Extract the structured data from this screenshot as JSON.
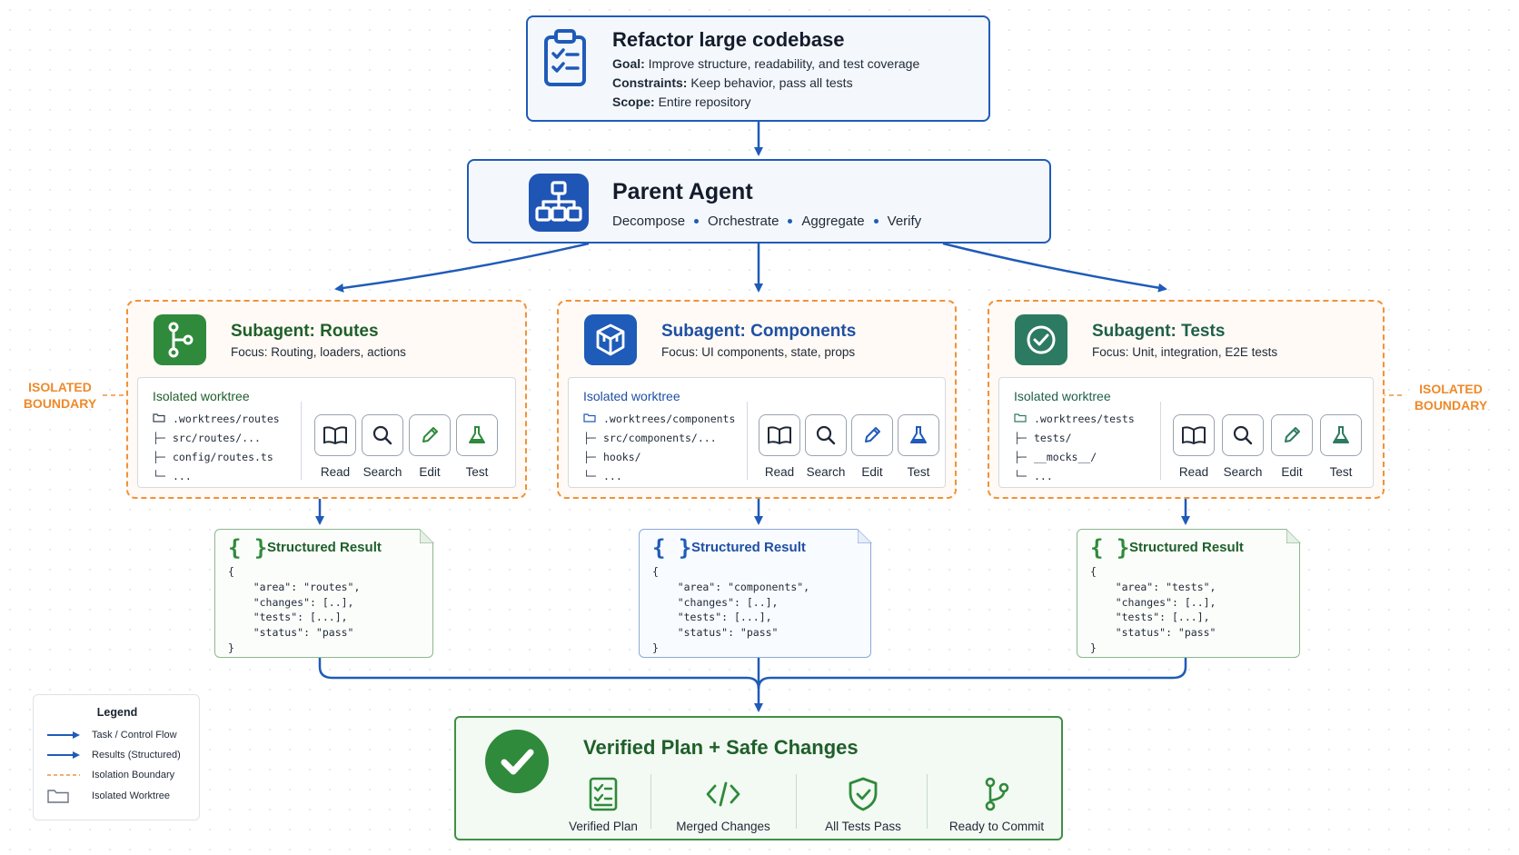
{
  "task": {
    "title": "Refactor large codebase",
    "goal_label": "Goal:",
    "goal": "Improve structure, readability, and test coverage",
    "constraints_label": "Constraints:",
    "constraints": "Keep behavior, pass all tests",
    "scope_label": "Scope:",
    "scope": "Entire repository",
    "icon": "clipboard-checklist-icon"
  },
  "parent": {
    "title": "Parent Agent",
    "roles": [
      "Decompose",
      "Orchestrate",
      "Aggregate",
      "Verify"
    ],
    "icon": "hierarchy-icon"
  },
  "isolation_label": [
    "ISOLATED",
    "BOUNDARY"
  ],
  "subagents": [
    {
      "title": "Subagent: Routes",
      "focus": "Focus: Routing, loaders, actions",
      "color": "#2f8a3b",
      "icon": "branch-icon",
      "worktree_title": "Isolated worktree",
      "tree": [
        ".worktrees/routes",
        "src/routes/...",
        "config/routes.ts",
        "..."
      ],
      "tools": [
        "Read",
        "Search",
        "Edit",
        "Test"
      ]
    },
    {
      "title": "Subagent: Components",
      "focus": "Focus: UI components, state, props",
      "color": "#1f5bb8",
      "icon": "cube-icon",
      "worktree_title": "Isolated worktree",
      "tree": [
        ".worktrees/components",
        "src/components/...",
        "hooks/",
        "..."
      ],
      "tools": [
        "Read",
        "Search",
        "Edit",
        "Test"
      ]
    },
    {
      "title": "Subagent: Tests",
      "focus": "Focus: Unit, integration, E2E tests",
      "color": "#2d7a62",
      "icon": "check-circle-icon",
      "worktree_title": "Isolated worktree",
      "tree": [
        ".worktrees/tests",
        "tests/",
        "__mocks__/",
        "..."
      ],
      "tools": [
        "Read",
        "Search",
        "Edit",
        "Test"
      ]
    }
  ],
  "results": [
    {
      "braces": "{ }",
      "title": "Structured Result",
      "area": "routes",
      "json": "{\n    \"area\": \"routes\",\n    \"changes\": [..],\n    \"tests\": [...],\n    \"status\": \"pass\"\n}"
    },
    {
      "braces": "{ }",
      "title": "Structured Result",
      "area": "components",
      "json": "{\n    \"area\": \"components\",\n    \"changes\": [..],\n    \"tests\": [...],\n    \"status\": \"pass\"\n}"
    },
    {
      "braces": "{ }",
      "title": "Structured Result",
      "area": "tests",
      "json": "{\n    \"area\": \"tests\",\n    \"changes\": [..],\n    \"tests\": [...],\n    \"status\": \"pass\"\n}"
    }
  ],
  "final": {
    "title": "Verified Plan + Safe Changes",
    "items": [
      {
        "label": "Verified Plan",
        "icon": "checklist-icon"
      },
      {
        "label": "Merged Changes",
        "icon": "code-icon"
      },
      {
        "label": "All Tests Pass",
        "icon": "shield-check-icon"
      },
      {
        "label": "Ready to Commit",
        "icon": "git-branch-icon"
      }
    ]
  },
  "legend": {
    "title": "Legend",
    "items": [
      "Task / Control Flow",
      "Results (Structured)",
      "Isolation Boundary",
      "Isolated Worktree"
    ]
  },
  "colors": {
    "blue": "#1f5bb8",
    "green": "#2f8a3b",
    "orange": "#f0923a",
    "teal": "#2d7a62"
  }
}
